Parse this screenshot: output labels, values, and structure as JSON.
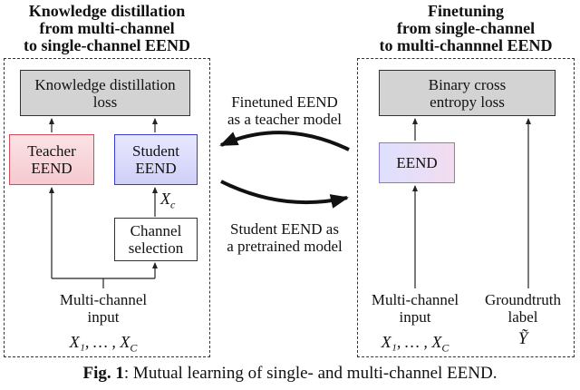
{
  "left_panel": {
    "title": [
      "Knowledge distillation",
      "from multi-channel",
      "to single-channel EEND"
    ],
    "loss_box": [
      "Knowledge distillation",
      "loss"
    ],
    "teacher_box": [
      "Teacher",
      "EEND"
    ],
    "student_box": [
      "Student",
      "EEND"
    ],
    "xc_label": "X",
    "xc_sub": "c",
    "channel_box": [
      "Channel",
      "selection"
    ],
    "input_label": [
      "Multi-channel",
      "input"
    ],
    "input_math": "X₁, … , X_C"
  },
  "right_panel": {
    "title": [
      "Finetuning",
      "from single-channel",
      "to multi-channnel EEND"
    ],
    "loss_box": [
      "Binary cross",
      "entropy loss"
    ],
    "eend_box": "EEND",
    "input_label": [
      "Multi-channel",
      "input"
    ],
    "input_math": "X₁, … , X_C",
    "label_text": [
      "Groundtruth",
      "label"
    ],
    "label_math": "Ỹ"
  },
  "middle": {
    "top_text": [
      "Finetuned EEND",
      "as a teacher model"
    ],
    "bottom_text": [
      "Student EEND as",
      "a pretrained model"
    ]
  },
  "caption": {
    "bold": "Fig. 1",
    "rest": ": Mutual learning of single- and multi-channel EEND."
  }
}
